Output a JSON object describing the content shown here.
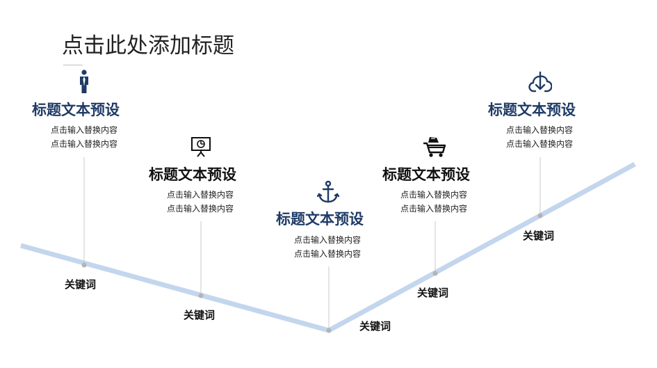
{
  "title": "点击此处添加标题",
  "colors": {
    "navy": "#1f3b66",
    "black": "#111111",
    "line": "#c3d6ee",
    "stem": "#c8c8c8",
    "dot": "#b4b4b4"
  },
  "items": [
    {
      "icon": "person-icon",
      "heading": "标题文本预设",
      "desc1": "点击输入替换内容",
      "desc2": "点击输入替换内容",
      "keyword": "关键词",
      "color": "navy"
    },
    {
      "icon": "presentation-icon",
      "heading": "标题文本预设",
      "desc1": "点击输入替换内容",
      "desc2": "点击输入替换内容",
      "keyword": "关键词",
      "color": "black"
    },
    {
      "icon": "anchor-icon",
      "heading": "标题文本预设",
      "desc1": "点击输入替换内容",
      "desc2": "点击输入替换内容",
      "keyword": "关键词",
      "color": "navy"
    },
    {
      "icon": "cart-icon",
      "heading": "标题文本预设",
      "desc1": "点击输入替换内容",
      "desc2": "点击输入替换内容",
      "keyword": "关键词",
      "color": "black"
    },
    {
      "icon": "cloud-download-icon",
      "heading": "标题文本预设",
      "desc1": "点击输入替换内容",
      "desc2": "点击输入替换内容",
      "keyword": "关键词",
      "color": "navy"
    }
  ]
}
